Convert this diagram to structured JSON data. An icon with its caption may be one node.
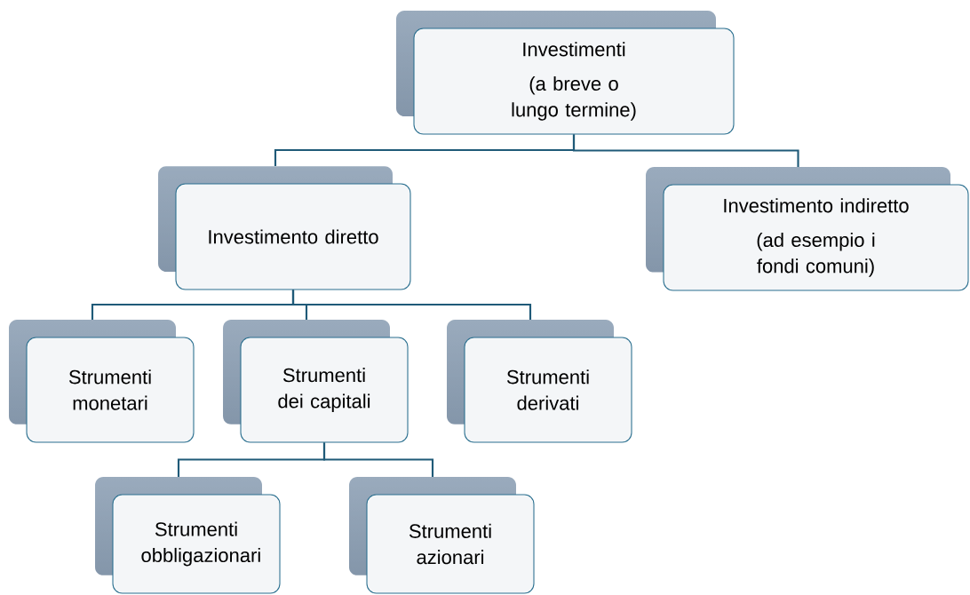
{
  "diagram": {
    "nodes": [
      {
        "text": [
          "Investimenti",
          "(a breve o lungo termine)"
        ]
      },
      {
        "text": [
          "Investimento diretto"
        ]
      },
      {
        "text": [
          "Investimento indiretto",
          "(ad esempio i fondi comuni)"
        ]
      },
      {
        "text": [
          "Strumenti monetari"
        ]
      },
      {
        "text": [
          "Strumenti dei capitali"
        ]
      },
      {
        "text": [
          "Strumenti derivati"
        ]
      },
      {
        "text": [
          "Strumenti obbligazionari"
        ]
      },
      {
        "text": [
          "Strumenti azionari"
        ]
      }
    ],
    "edges": [
      {
        "from": 0,
        "to": 1,
        "arrow": "none"
      },
      {
        "from": 0,
        "to": 2,
        "arrow": "none"
      },
      {
        "from": 1,
        "to": 3,
        "arrow": "none"
      },
      {
        "from": 1,
        "to": 4,
        "arrow": "none"
      },
      {
        "from": 1,
        "to": 5,
        "arrow": "none"
      },
      {
        "from": 4,
        "to": 6,
        "arrow": "none"
      },
      {
        "from": 4,
        "to": 7,
        "arrow": "none"
      }
    ]
  }
}
